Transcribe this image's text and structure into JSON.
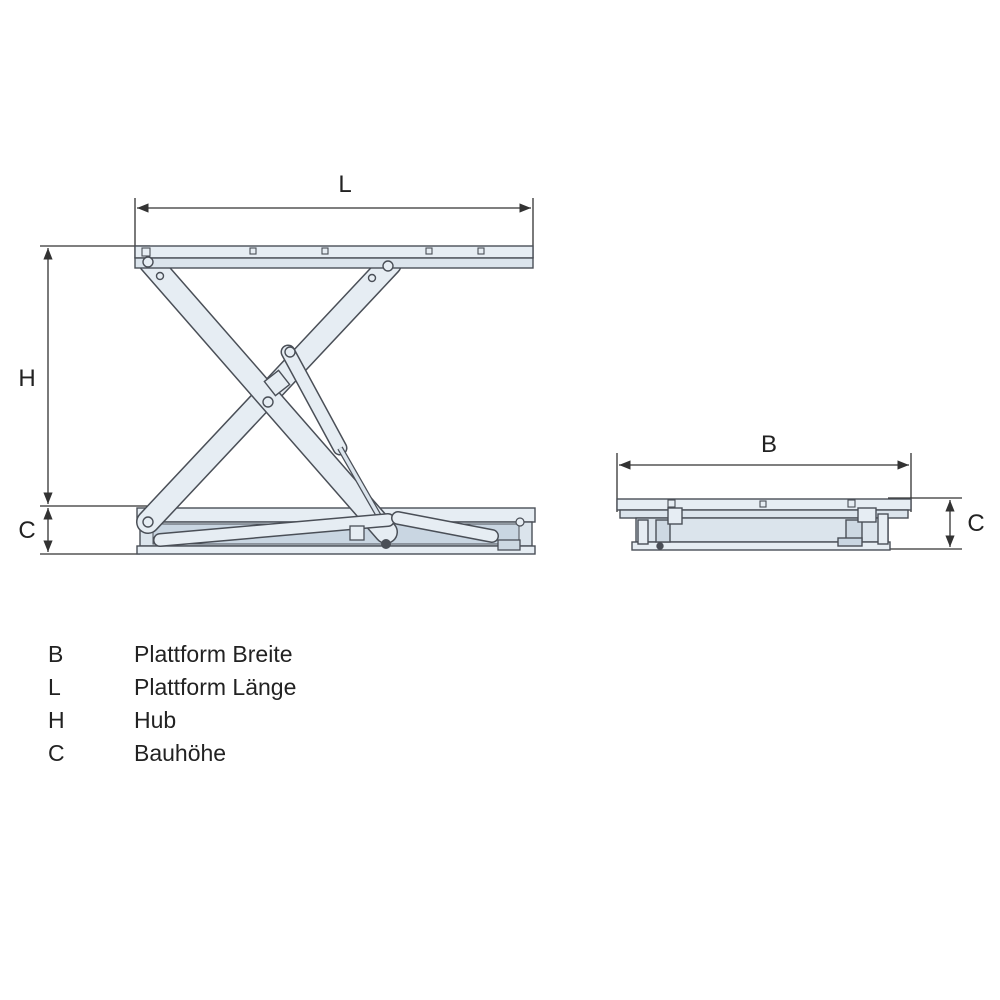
{
  "dimensions": {
    "L": "L",
    "H": "H",
    "C_side": "C",
    "B": "B",
    "C_front": "C"
  },
  "legend": [
    {
      "key": "B",
      "desc": "Plattform Breite"
    },
    {
      "key": "L",
      "desc": "Plattform Länge"
    },
    {
      "key": "H",
      "desc": "Hub"
    },
    {
      "key": "C",
      "desc": "Bauhöhe"
    }
  ],
  "colors": {
    "steel": "#e6edf3",
    "steel_shade": "#cdd8e2",
    "outline": "#4a4f57",
    "dim_line": "#333333"
  }
}
